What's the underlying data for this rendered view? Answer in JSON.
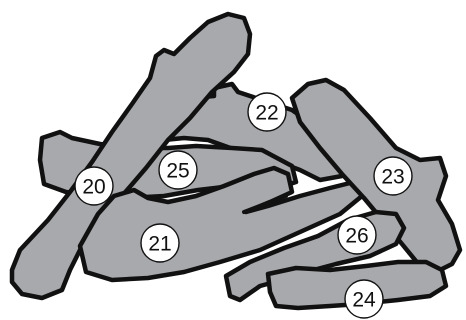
{
  "diagram": {
    "title": "",
    "colors": {
      "wood": "#a7a9ac",
      "outline": "#111111",
      "badge": "#ffffff"
    },
    "parts": [
      {
        "id": "log-20",
        "number": "20"
      },
      {
        "id": "log-21",
        "number": "21"
      },
      {
        "id": "log-22",
        "number": "22"
      },
      {
        "id": "log-23",
        "number": "23"
      },
      {
        "id": "log-24",
        "number": "24"
      },
      {
        "id": "log-25",
        "number": "25"
      },
      {
        "id": "log-26",
        "number": "26"
      }
    ]
  }
}
